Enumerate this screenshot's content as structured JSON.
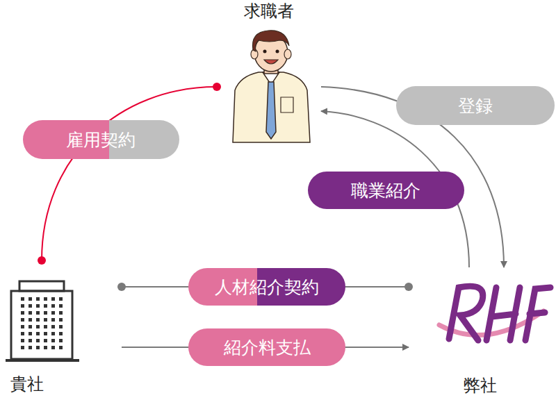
{
  "diagram": {
    "nodes": [
      {
        "text": [
          "求職者"
        ]
      },
      {
        "text": [
          "貴社"
        ]
      },
      {
        "text": [
          "弊社"
        ]
      }
    ],
    "edges": [
      {
        "from": 0,
        "to": 1,
        "arrow": "none",
        "label": "雇用契約"
      },
      {
        "from": 0,
        "to": 2,
        "arrow": "to",
        "label": "登録"
      },
      {
        "from": 2,
        "to": 0,
        "arrow": "to",
        "label": "職業紹介"
      },
      {
        "from": 1,
        "to": 2,
        "arrow": "none",
        "label": "人材紹介契約"
      },
      {
        "from": 1,
        "to": 2,
        "arrow": "to",
        "label": "紹介料支払"
      }
    ]
  }
}
